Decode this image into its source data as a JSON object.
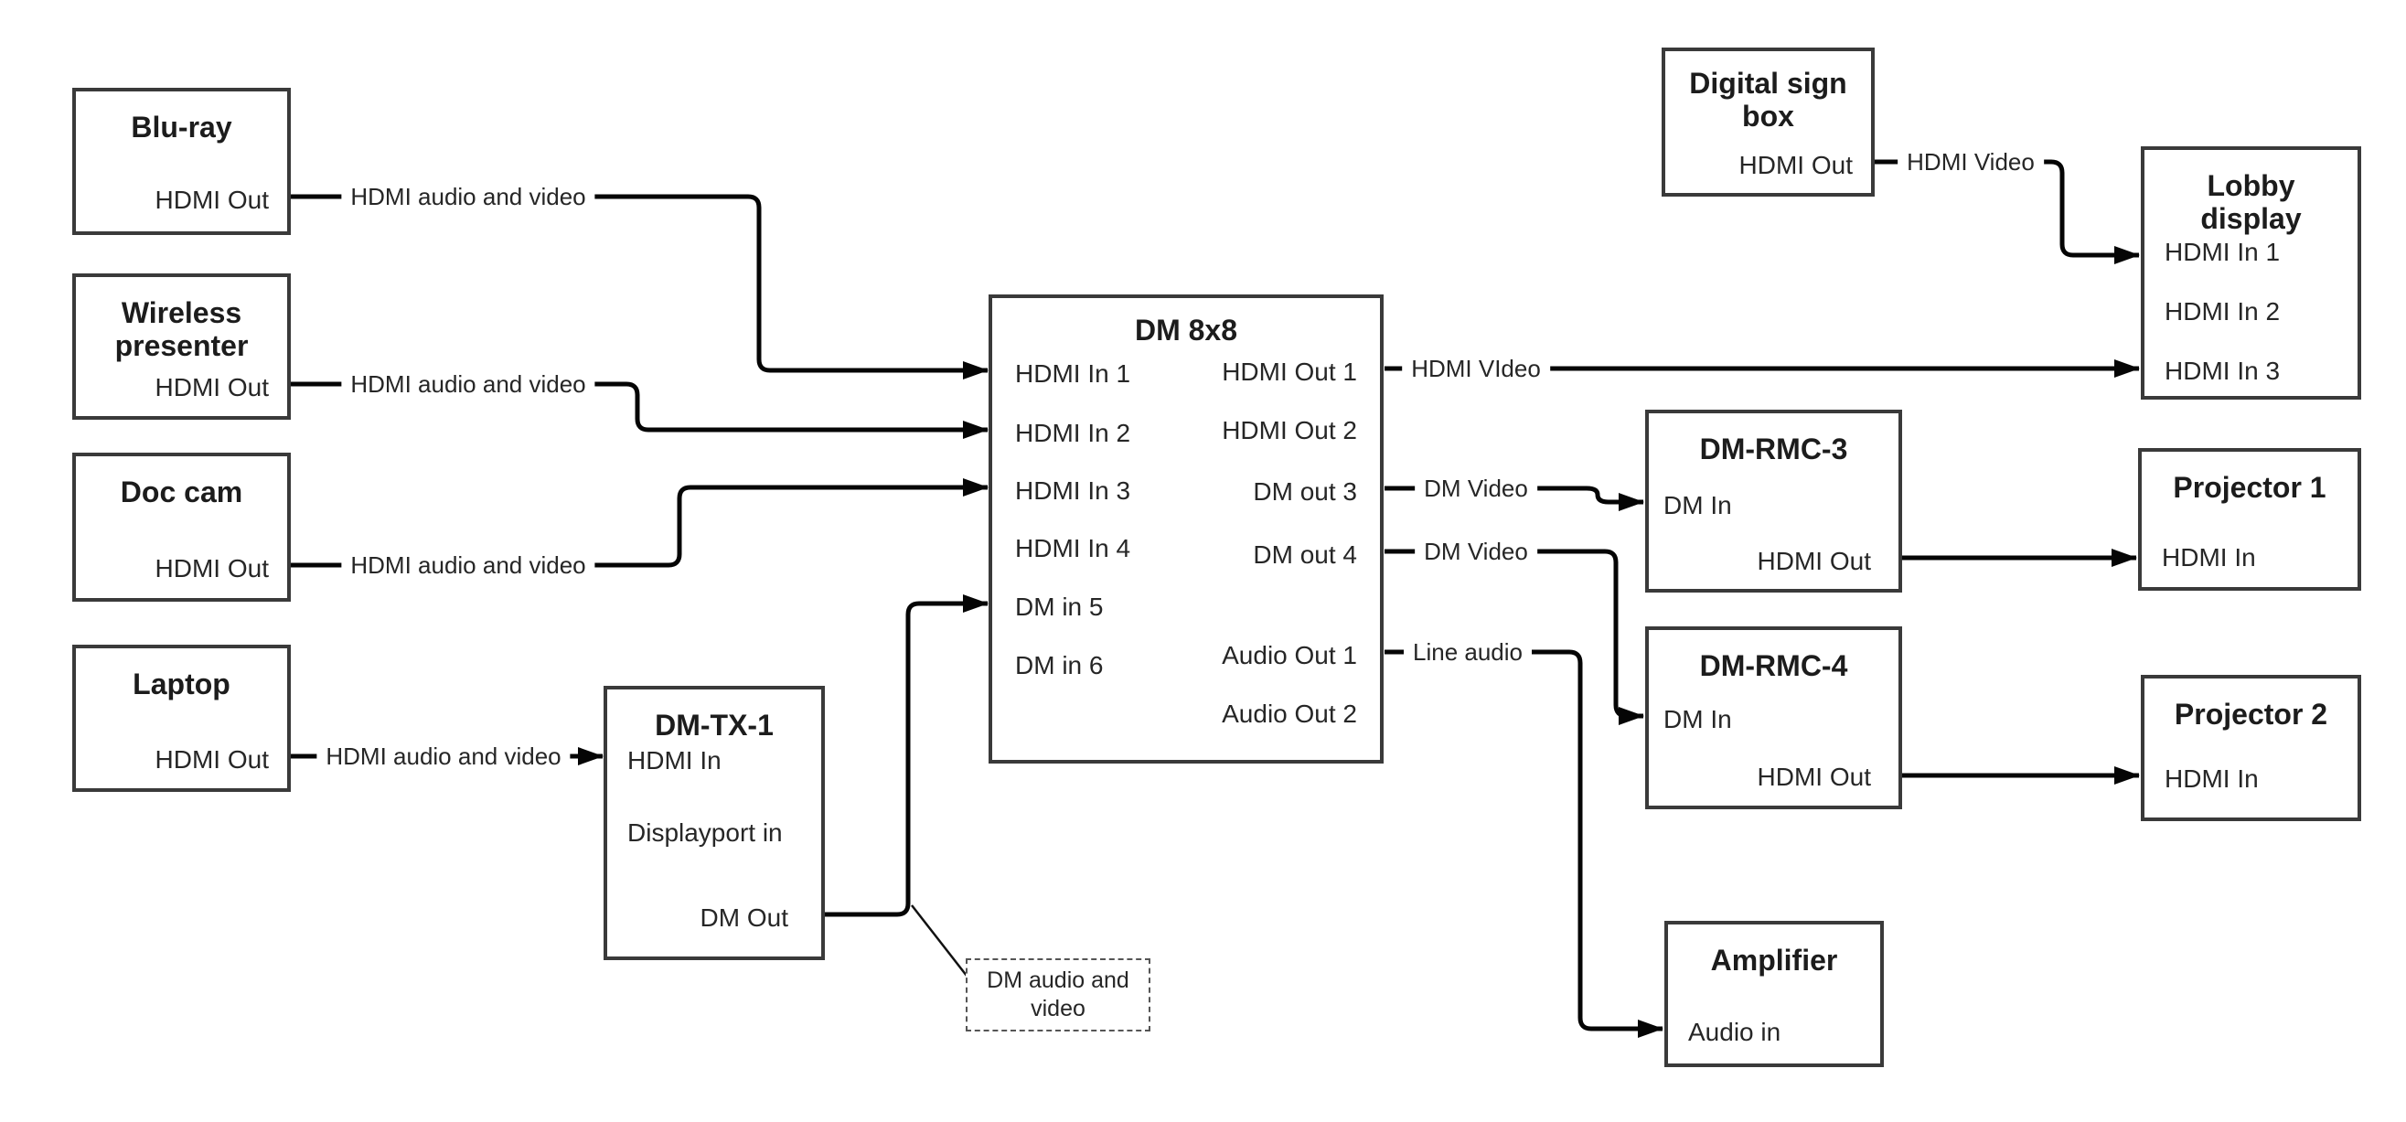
{
  "diagram": {
    "nodes": {
      "blu_ray": {
        "title": "Blu-ray",
        "ports": {
          "hdmi_out": "HDMI Out"
        }
      },
      "wireless_presenter": {
        "title": "Wireless presenter",
        "ports": {
          "hdmi_out": "HDMI Out"
        }
      },
      "doc_cam": {
        "title": "Doc cam",
        "ports": {
          "hdmi_out": "HDMI Out"
        }
      },
      "laptop": {
        "title": "Laptop",
        "ports": {
          "hdmi_out": "HDMI Out"
        }
      },
      "dm_tx_1": {
        "title": "DM-TX-1",
        "ports": {
          "hdmi_in": "HDMI In",
          "displayport_in": "Displayport in",
          "dm_out": "DM Out"
        }
      },
      "dm_8x8": {
        "title": "DM 8x8",
        "ports": {
          "hdmi_in_1": "HDMI In 1",
          "hdmi_in_2": "HDMI In 2",
          "hdmi_in_3": "HDMI In 3",
          "hdmi_in_4": "HDMI In 4",
          "dm_in_5": "DM in 5",
          "dm_in_6": "DM in 6",
          "hdmi_out_1": "HDMI Out 1",
          "hdmi_out_2": "HDMI Out 2",
          "dm_out_3": "DM out 3",
          "dm_out_4": "DM out 4",
          "audio_out_1": "Audio Out 1",
          "audio_out_2": "Audio Out 2"
        }
      },
      "digital_sign_box": {
        "title": "Digital sign box",
        "ports": {
          "hdmi_out": "HDMI Out"
        }
      },
      "lobby_display": {
        "title": "Lobby display",
        "ports": {
          "hdmi_in_1": "HDMI In 1",
          "hdmi_in_2": "HDMI In 2",
          "hdmi_in_3": "HDMI In 3"
        }
      },
      "dm_rmc_3": {
        "title": "DM-RMC-3",
        "ports": {
          "dm_in": "DM In",
          "hdmi_out": "HDMI Out"
        }
      },
      "projector_1": {
        "title": "Projector 1",
        "ports": {
          "hdmi_in": "HDMI In"
        }
      },
      "dm_rmc_4": {
        "title": "DM-RMC-4",
        "ports": {
          "dm_in": "DM In",
          "hdmi_out": "HDMI Out"
        }
      },
      "projector_2": {
        "title": "Projector 2",
        "ports": {
          "hdmi_in": "HDMI In"
        }
      },
      "amplifier": {
        "title": "Amplifier",
        "ports": {
          "audio_in": "Audio in"
        }
      }
    },
    "connection_labels": {
      "blu_ray_link": "HDMI audio and video",
      "wireless_link": "HDMI audio and video",
      "doc_cam_link": "HDMI audio and video",
      "laptop_link": "HDMI audio and video",
      "hdmi_out_1_link": "HDMI VIdeo",
      "dm_out_3_link": "DM Video",
      "dm_out_4_link": "DM Video",
      "audio_out_1_link": "Line audio",
      "digital_sign_link": "HDMI Video"
    },
    "callout_label": "DM audio and video",
    "colors": {
      "line": "#050505",
      "border": "#3a3a3a",
      "text": "#262626",
      "background": "#ffffff"
    }
  }
}
